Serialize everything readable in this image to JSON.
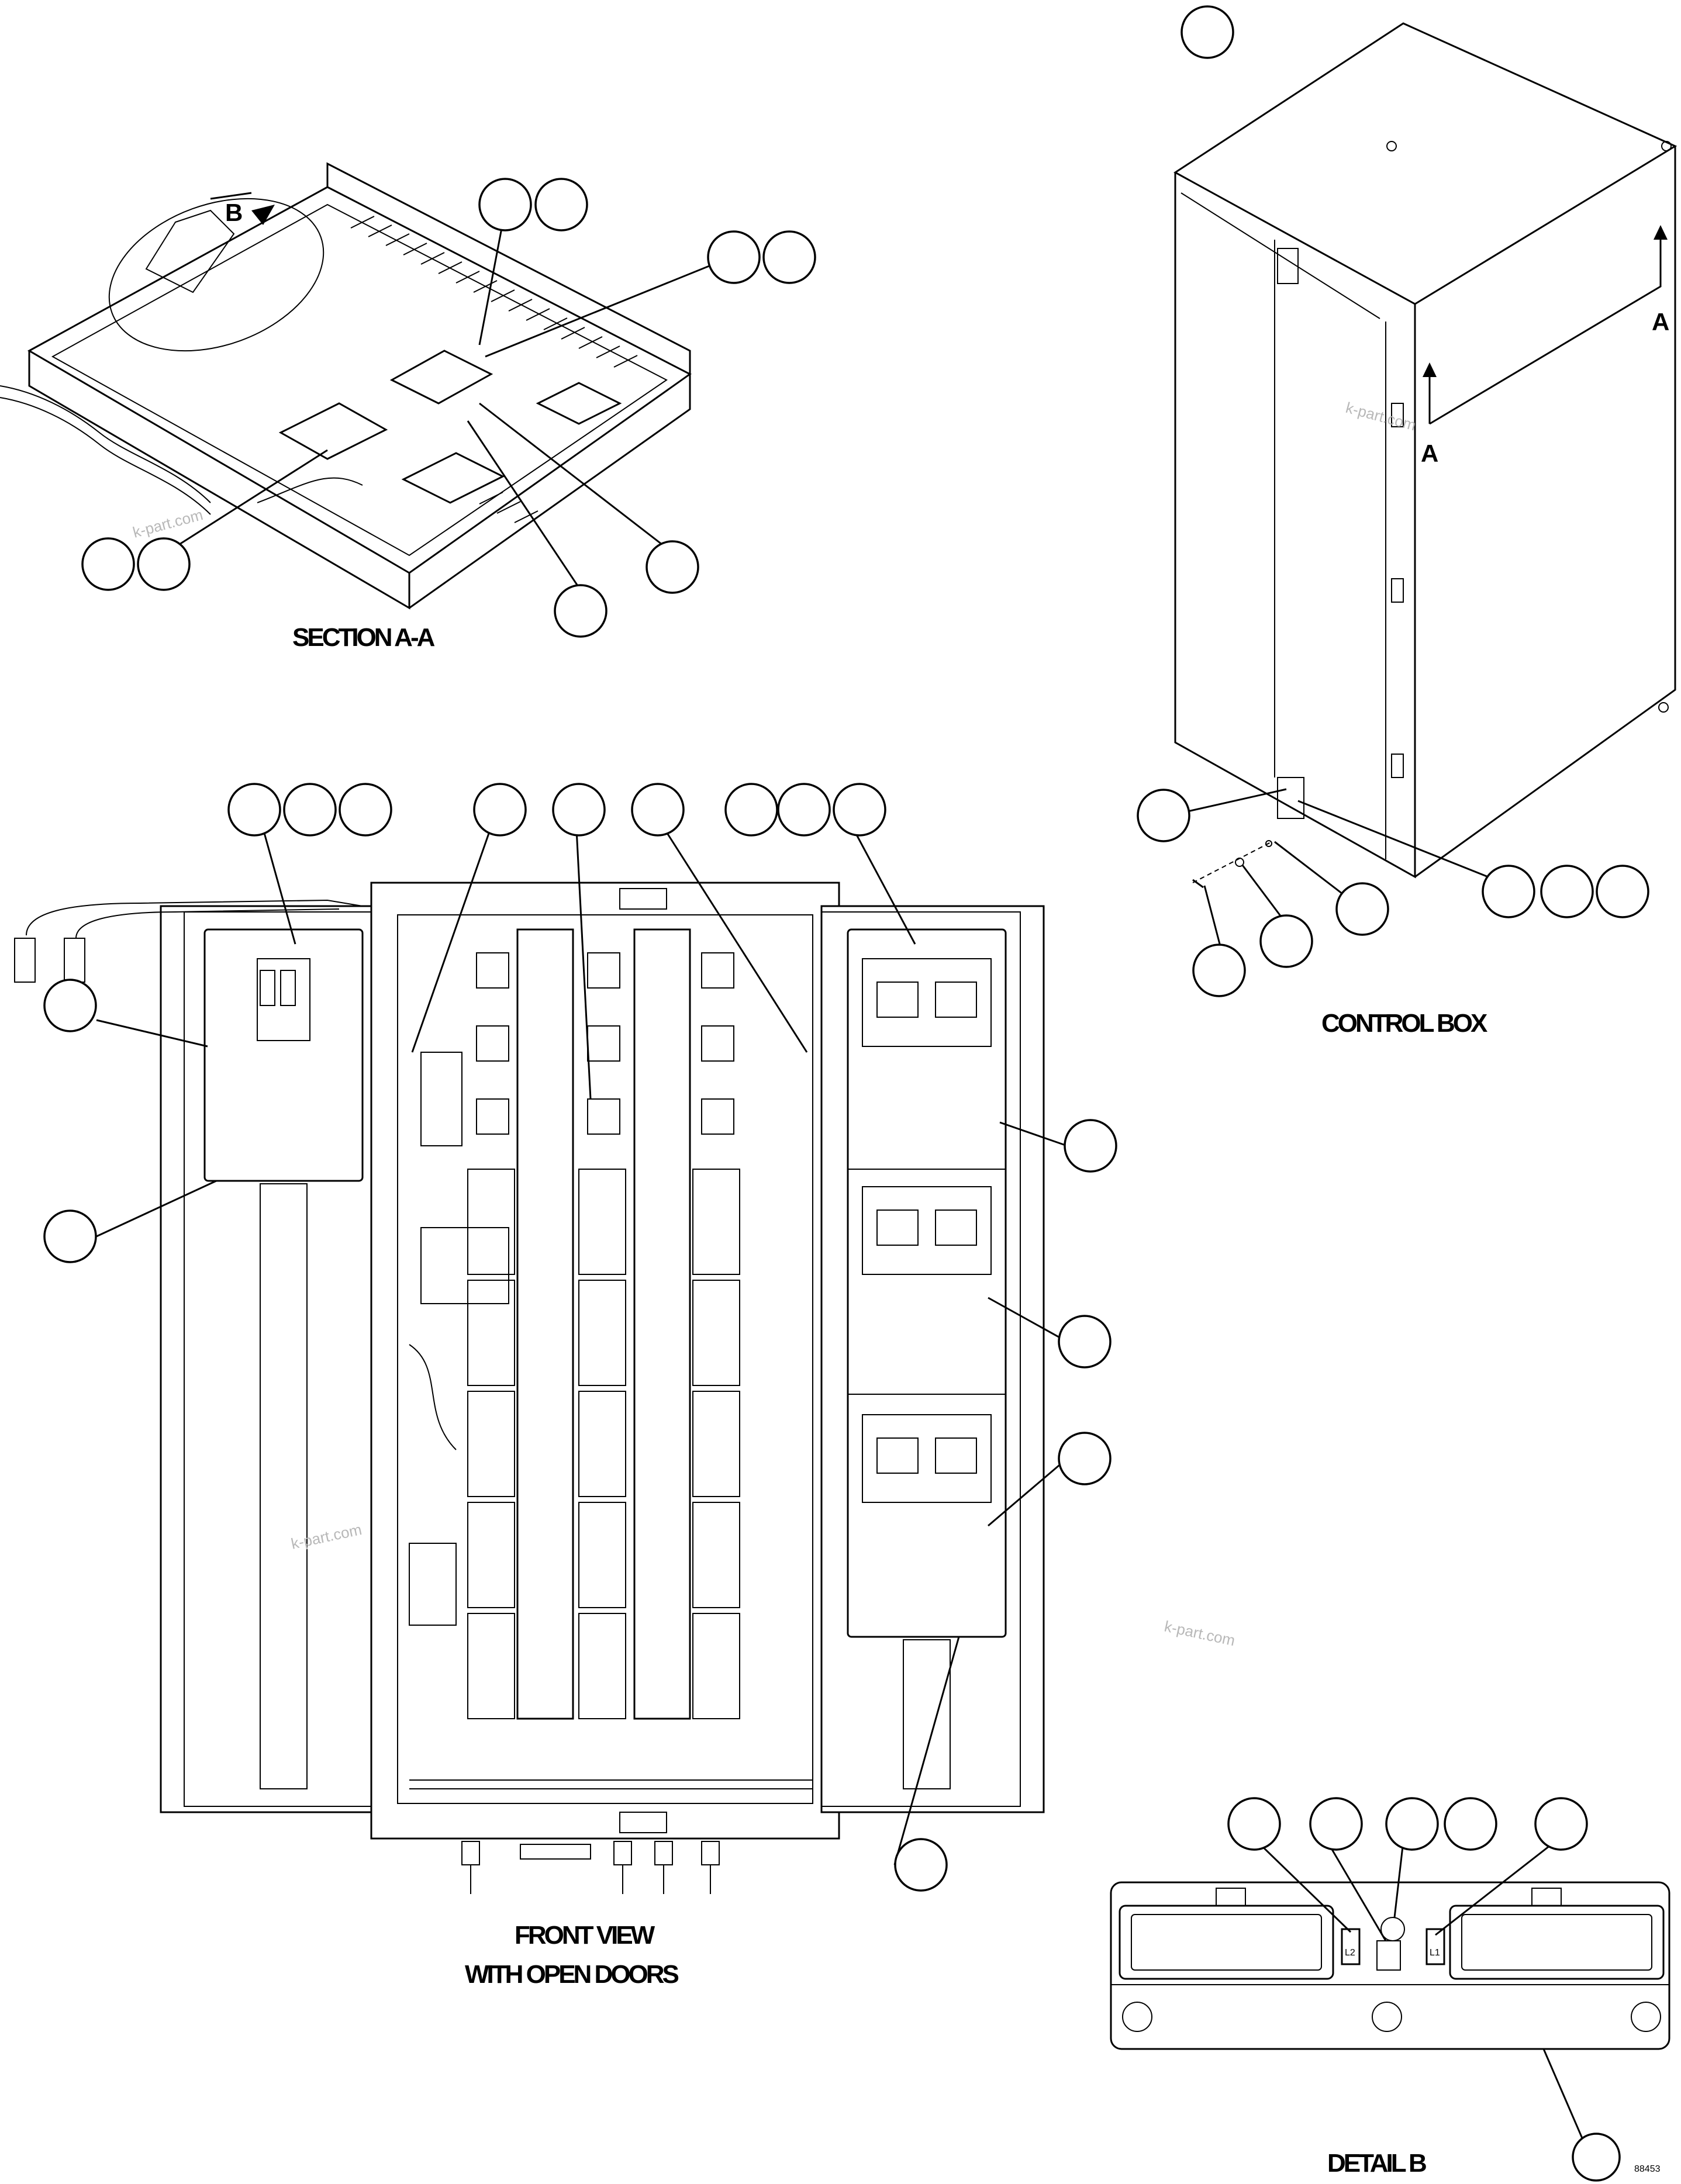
{
  "views": {
    "section_aa": "SECTION A-A",
    "front_view_line1": "FRONT VIEW",
    "front_view_line2": "WITH OPEN DOORS",
    "control_box": "CONTROL BOX",
    "detail_b": "DETAIL B"
  },
  "markers": {
    "section_a": "A",
    "detail_b": "B"
  },
  "connector_labels": {
    "left": "L2",
    "right": "L1"
  },
  "watermark": "k-part.com",
  "drawing_code": "88453"
}
